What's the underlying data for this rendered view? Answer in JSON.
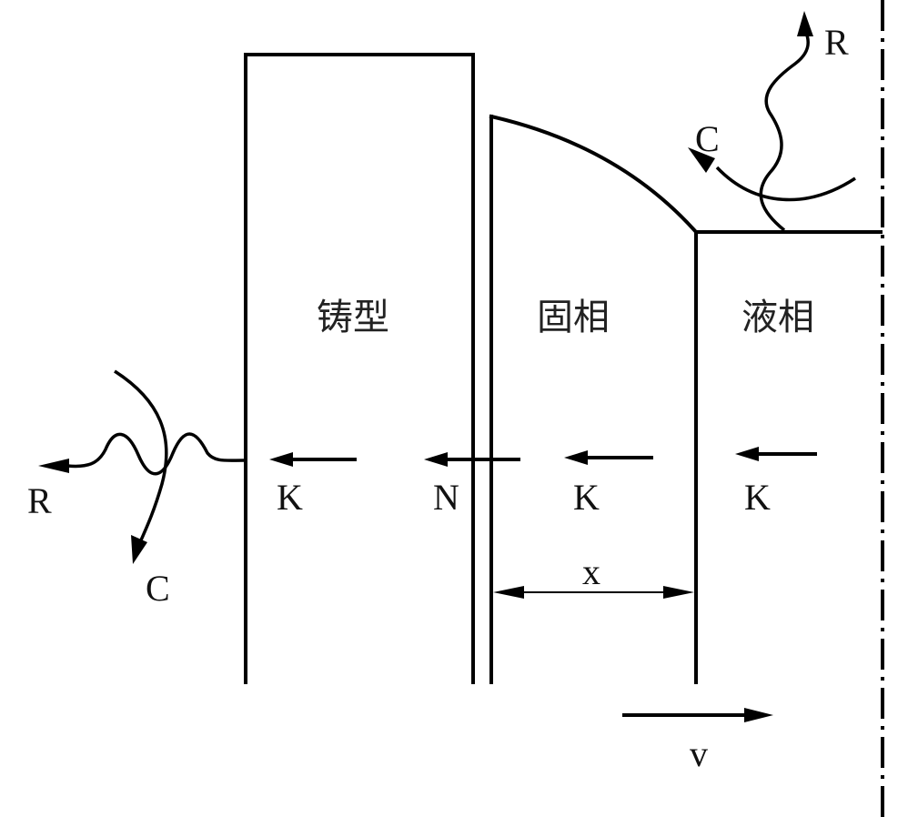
{
  "labels": {
    "mold": "铸型",
    "solid": "固相",
    "liquid": "液相",
    "k1": "K",
    "n": "N",
    "k2": "K",
    "k3": "K",
    "x": "x",
    "v": "v",
    "r_left": "R",
    "c_left": "C",
    "r_right": "R",
    "c_right": "C"
  }
}
